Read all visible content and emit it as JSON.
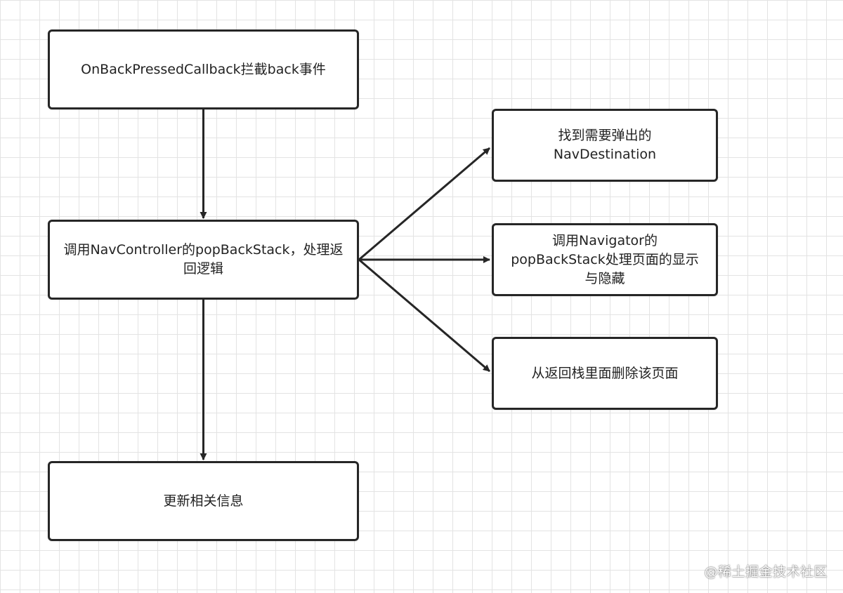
{
  "nodes": {
    "n1": "OnBackPressedCallback拦截back事件",
    "n2": "调用NavController的popBackStack，处理返回逻辑",
    "n3": "更新相关信息",
    "n4": "找到需要弹出的NavDestination",
    "n5": "调用Navigator的popBackStack处理页面的显示与隐藏",
    "n6": "从返回栈里面删除该页面"
  },
  "edges": [
    {
      "from": "n1",
      "to": "n2"
    },
    {
      "from": "n2",
      "to": "n3"
    },
    {
      "from": "n2",
      "to": "n4"
    },
    {
      "from": "n2",
      "to": "n5"
    },
    {
      "from": "n2",
      "to": "n6"
    }
  ],
  "watermark": "@稀土掘金技术社区",
  "colors": {
    "stroke": "#262626",
    "grid": "#e3e3e3",
    "background": "#ffffff"
  }
}
